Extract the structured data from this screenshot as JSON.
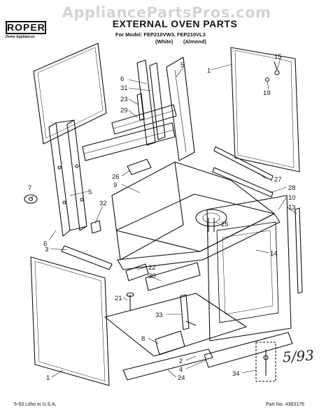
{
  "watermark": "AppliancePartsPros.com",
  "brand": {
    "name": "ROPER",
    "tagline": "Home Appliances"
  },
  "title": "EXTERNAL OVEN PARTS",
  "model_line": "For Model: FEP210VW3, FEP210VL3",
  "variants": [
    "(White)",
    "(Almond)"
  ],
  "footer": {
    "left": "5-93 Litho in U.S.A.",
    "right": "Part No. 4363175"
  },
  "handwritten_note": "5/93",
  "callouts": [
    {
      "n": "1"
    },
    {
      "n": "15"
    },
    {
      "n": "19"
    },
    {
      "n": "5"
    },
    {
      "n": "6"
    },
    {
      "n": "31"
    },
    {
      "n": "23"
    },
    {
      "n": "29"
    },
    {
      "n": "7"
    },
    {
      "n": "26"
    },
    {
      "n": "9"
    },
    {
      "n": "5"
    },
    {
      "n": "32"
    },
    {
      "n": "27"
    },
    {
      "n": "28"
    },
    {
      "n": "10"
    },
    {
      "n": "13"
    },
    {
      "n": "25"
    },
    {
      "n": "6"
    },
    {
      "n": "3"
    },
    {
      "n": "14"
    },
    {
      "n": "22"
    },
    {
      "n": "30"
    },
    {
      "n": "21"
    },
    {
      "n": "33"
    },
    {
      "n": "8"
    },
    {
      "n": "2"
    },
    {
      "n": "4"
    },
    {
      "n": "34"
    },
    {
      "n": "1"
    },
    {
      "n": "24"
    }
  ]
}
